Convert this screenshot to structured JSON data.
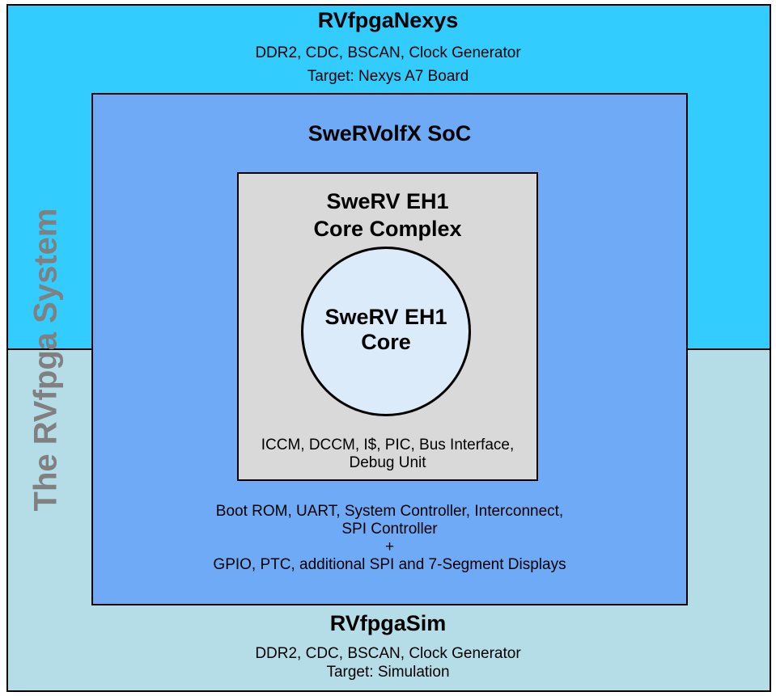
{
  "system_label": "The RVfpga System",
  "nexys": {
    "title": "RVfpgaNexys",
    "line1": "DDR2, CDC, BSCAN, Clock Generator",
    "line2": "Target: Nexys A7 Board"
  },
  "soc": {
    "title": "SweRVolfX SoC",
    "line1": "Boot ROM, UART, System Controller, Interconnect,",
    "line2": "SPI Controller",
    "line3": "+",
    "line4": "GPIO, PTC, additional SPI and 7-Segment Displays"
  },
  "complex": {
    "title1": "SweRV EH1",
    "title2": "Core Complex",
    "line1": "ICCM, DCCM, I$, PIC, Bus Interface,",
    "line2": "Debug Unit"
  },
  "core": {
    "title1": "SweRV EH1",
    "title2": "Core"
  },
  "sim": {
    "title": "RVfpgaSim",
    "line1": "DDR2, CDC, BSCAN, Clock Generator",
    "line2": "Target: Simulation"
  },
  "colors": {
    "nexys": "#33ccff",
    "sim": "#b5dde8",
    "soc": "#6eaaf5",
    "complex": "#d9d9d9",
    "core": "#dcebfa",
    "system_label": "#808080"
  }
}
